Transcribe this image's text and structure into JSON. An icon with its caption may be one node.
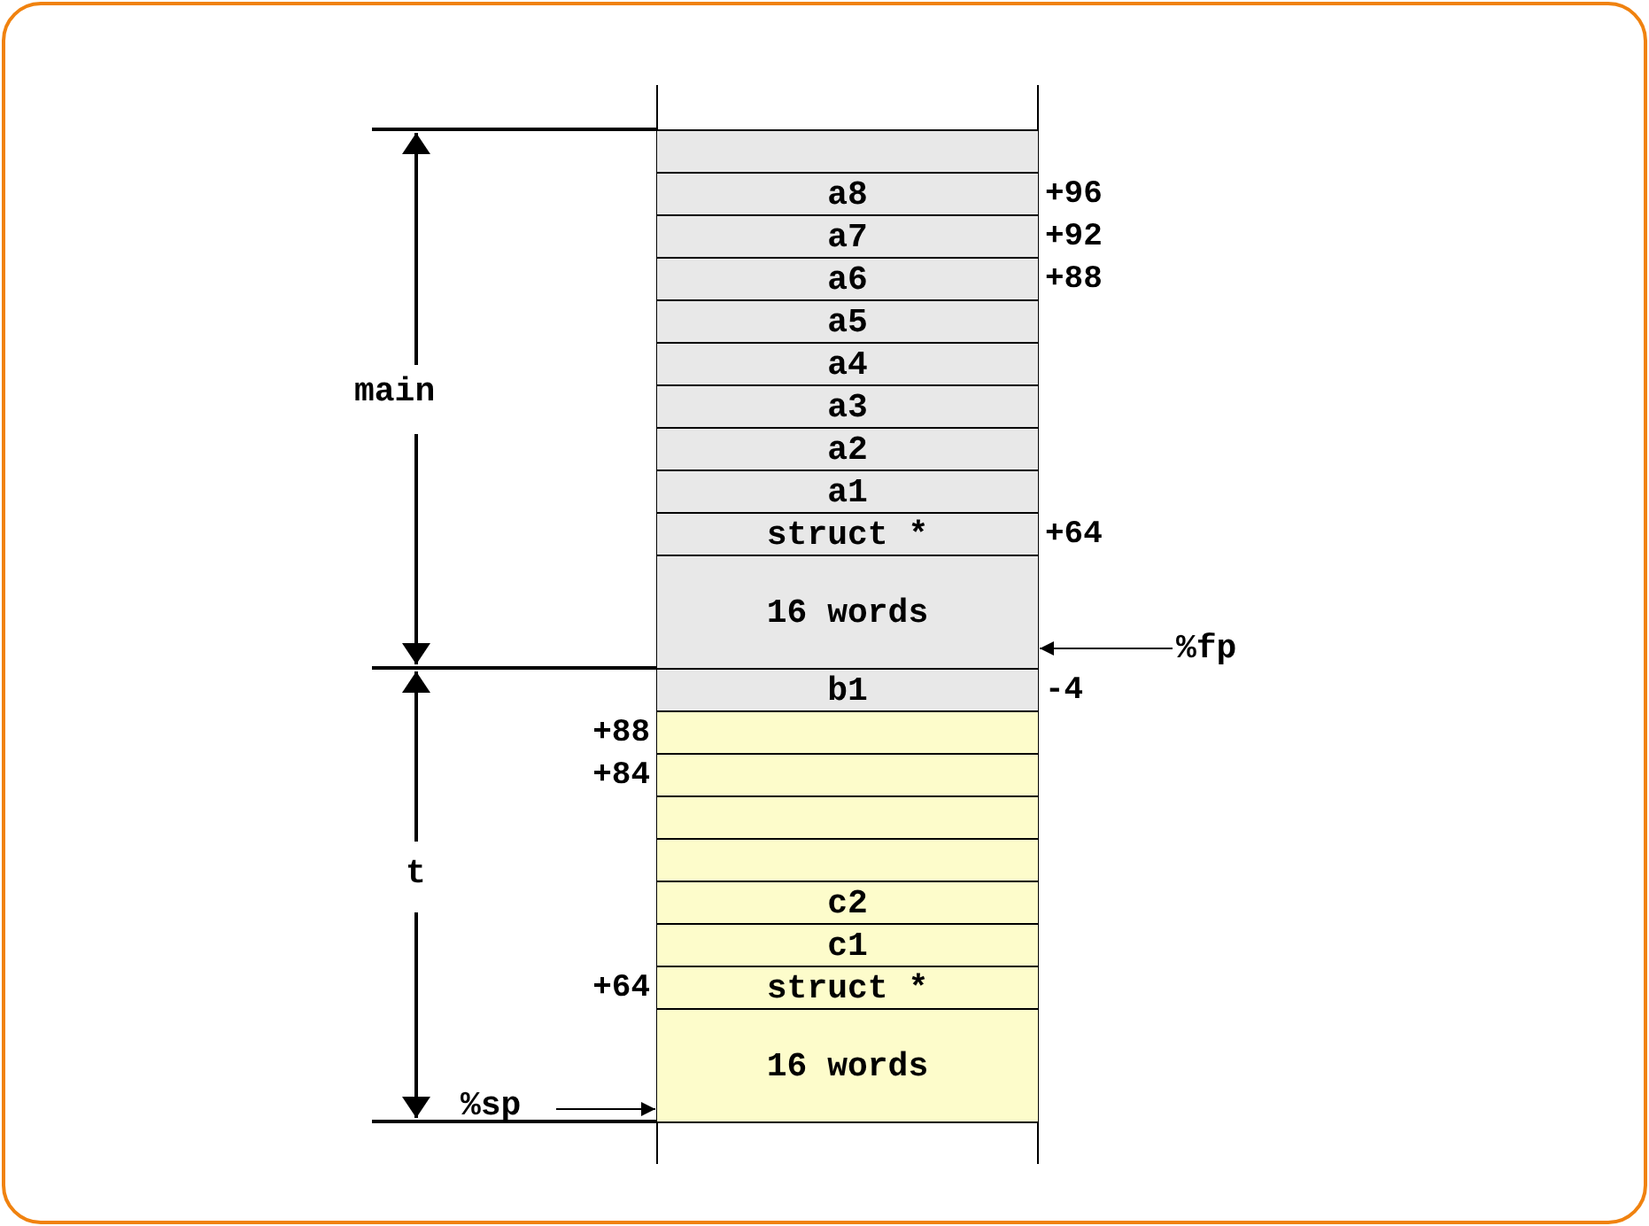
{
  "diagram": {
    "nodes": [
      {
        "text": [],
        "shape": "box"
      },
      {
        "text": [
          "a8"
        ],
        "beside": [
          "+96"
        ]
      },
      {
        "text": [
          "a7"
        ],
        "beside": [
          "+92"
        ]
      },
      {
        "text": [
          "a6"
        ],
        "beside": [
          "+88"
        ]
      },
      {
        "text": [
          "a5"
        ]
      },
      {
        "text": [
          "a4"
        ]
      },
      {
        "text": [
          "a3"
        ]
      },
      {
        "text": [
          "a2"
        ]
      },
      {
        "text": [
          "a1"
        ]
      },
      {
        "text": [
          "struct *"
        ],
        "beside": [
          "+64"
        ]
      },
      {
        "text": [
          "16 words"
        ]
      },
      {
        "text": [
          "%fp"
        ]
      },
      {
        "text": [
          "b1"
        ],
        "beside": [
          "-4"
        ]
      },
      {
        "text": [],
        "shape": "box",
        "beside": [
          "+88"
        ]
      },
      {
        "text": [],
        "shape": "box",
        "beside": [
          "+84"
        ]
      },
      {
        "text": [],
        "shape": "box"
      },
      {
        "text": [],
        "shape": "box"
      },
      {
        "text": [
          "c2"
        ]
      },
      {
        "text": [
          "c1"
        ]
      },
      {
        "text": [
          "struct *"
        ],
        "beside": [
          "+64"
        ]
      },
      {
        "text": [
          "16 words"
        ]
      },
      {
        "text": [
          "%sp"
        ]
      }
    ],
    "edges": [
      {
        "from": 11,
        "to": 10,
        "arrow": "to"
      },
      {
        "from": 21,
        "to": 20,
        "arrow": "to"
      }
    ],
    "labels": [
      "main",
      "t"
    ]
  }
}
